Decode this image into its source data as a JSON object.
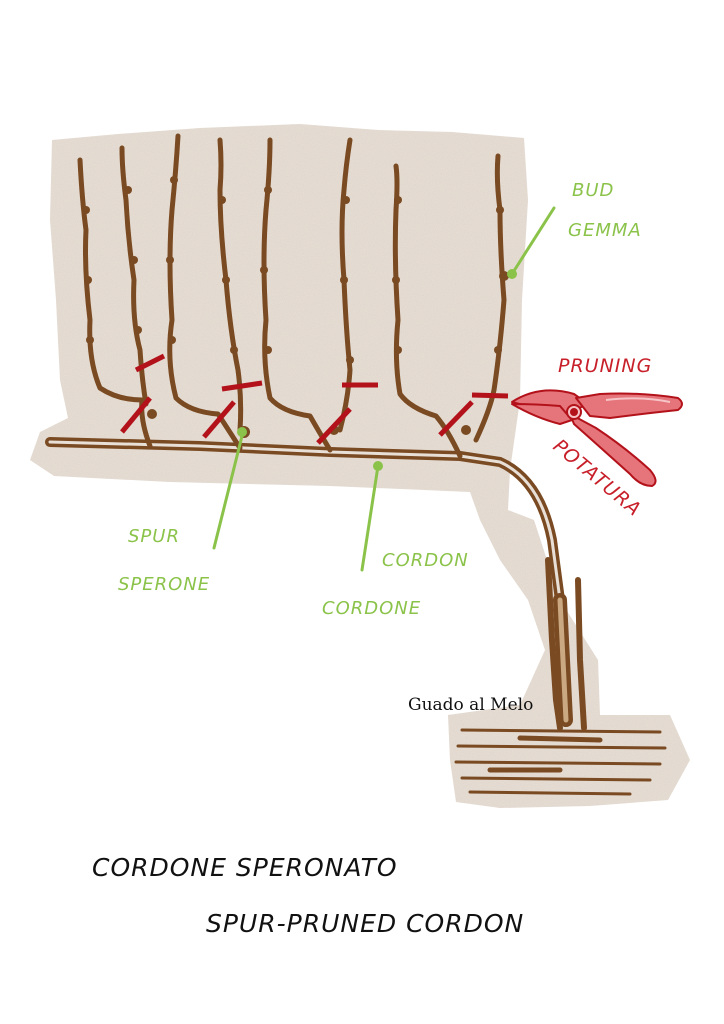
{
  "labels": {
    "bud_en": "BUD",
    "bud_it": "GEMMA",
    "pruning_en": "PRUNING",
    "pruning_it": "POTATURA",
    "spur_en": "SPUR",
    "spur_it": "SPERONE",
    "cordon_en": "CORDON",
    "cordon_it": "CORDONE"
  },
  "credit": "Guado al Melo",
  "title_it": "CORDONE SPERONATO",
  "title_en": "SPUR-PRUNED CORDON",
  "colors": {
    "paper": "#e8dfd6",
    "wood": "#7a4a22",
    "cut_marks": "#b3121b",
    "leader_lines": "#8bc34a",
    "shears": "#e5757a"
  },
  "icons": [
    "pruning-shears-icon"
  ]
}
